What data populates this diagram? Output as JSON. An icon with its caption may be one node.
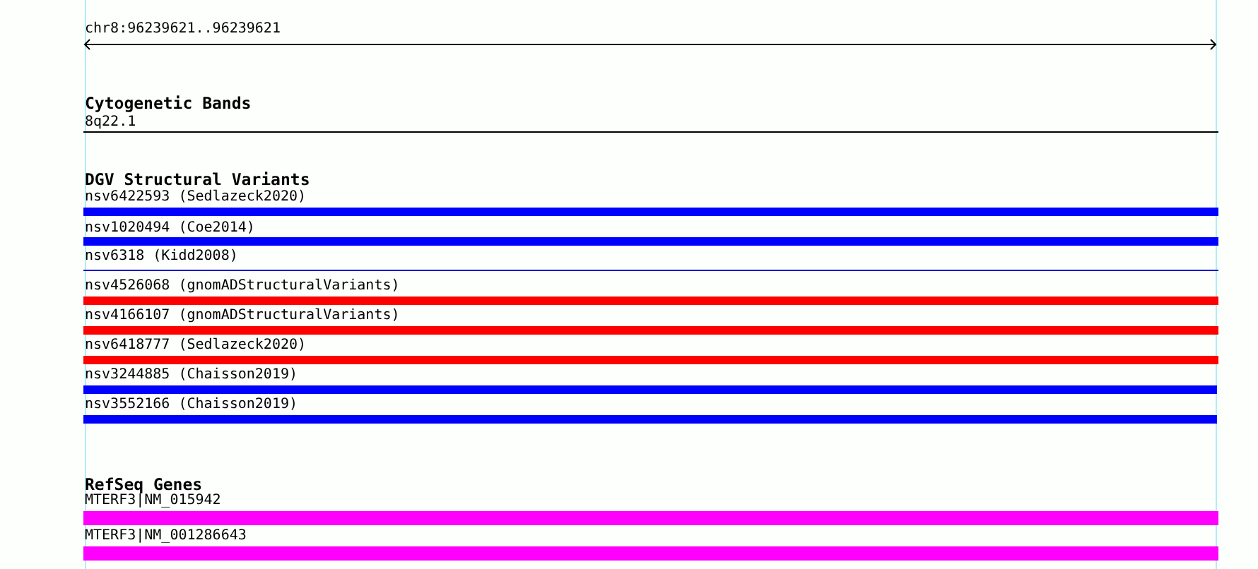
{
  "diagram": {
    "nodes": [
      {
        "text": [
          "8q22.1"
        ]
      },
      {
        "text": [
          "nsv6422593 (Sedlazeck2020)"
        ]
      },
      {
        "text": [
          "nsv1020494 (Coe2014)"
        ]
      },
      {
        "text": [
          "nsv6318 (Kidd2008)"
        ]
      },
      {
        "text": [
          "nsv4526068 (gnomADStructuralVariants)"
        ]
      },
      {
        "text": [
          "nsv4166107 (gnomADStructuralVariants)"
        ]
      },
      {
        "text": [
          "nsv6418777 (Sedlazeck2020)"
        ]
      },
      {
        "text": [
          "nsv3244885 (Chaisson2019)"
        ]
      },
      {
        "text": [
          "nsv3552166 (Chaisson2019)"
        ]
      },
      {
        "text": [
          "MTERF3|NM_015942"
        ]
      },
      {
        "text": [
          "MTERF3|NM_001286643"
        ]
      }
    ],
    "edges": [],
    "labels": [
      "chr8:96239621..96239621",
      "Cytogenetic Bands",
      "DGV Structural Variants",
      "RefSeq Genes"
    ]
  }
}
